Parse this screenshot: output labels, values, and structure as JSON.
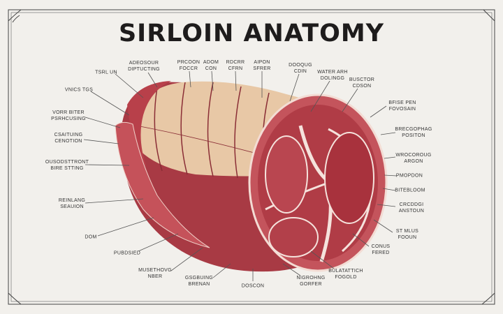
{
  "title": "SIRLOIN ANATOMY",
  "labels": [
    {
      "l1": "TSRL UN",
      "l2": ""
    },
    {
      "l1": "VNICS TGS",
      "l2": ""
    },
    {
      "l1": "VORR BITER",
      "l2": "PSRHCUSING"
    },
    {
      "l1": "CSAITUING",
      "l2": "CENOTION"
    },
    {
      "l1": "OUSODSTTRONT",
      "l2": "BIRE STTING"
    },
    {
      "l1": "REINLANG",
      "l2": "SEAUION"
    },
    {
      "l1": "DOM",
      "l2": ""
    },
    {
      "l1": "PUBDSIED",
      "l2": ""
    },
    {
      "l1": "MUSETHOVG",
      "l2": "NBER"
    },
    {
      "l1": "GSGBUING",
      "l2": "BRENAN"
    },
    {
      "l1": "DOSCON",
      "l2": ""
    },
    {
      "l1": "NIGROHNG",
      "l2": "GORFER"
    },
    {
      "l1": "BULATATTICH",
      "l2": "FOGOLD"
    },
    {
      "l1": "ADEOSOUR",
      "l2": "DIPTUCTING"
    },
    {
      "l1": "PRCOON",
      "l2": "FOCCR"
    },
    {
      "l1": "ADOM",
      "l2": "CON"
    },
    {
      "l1": "RDCRR",
      "l2": "CFRN"
    },
    {
      "l1": "AIPON",
      "l2": "SFRER"
    },
    {
      "l1": "DOOQUG",
      "l2": "CDIN"
    },
    {
      "l1": "WATER ARH",
      "l2": "DOLINGG"
    },
    {
      "l1": "BUSCTOR",
      "l2": "CDSON"
    },
    {
      "l1": "BFISE PEN",
      "l2": "FOVOSAIN"
    },
    {
      "l1": "BRECGOPHAG",
      "l2": "POSITON"
    },
    {
      "l1": "WROCOROUG",
      "l2": "ARGON"
    },
    {
      "l1": "PMOPDON",
      "l2": ""
    },
    {
      "l1": "BITEBLOOM",
      "l2": ""
    },
    {
      "l1": "CRCDDGI",
      "l2": "ANSTOUN"
    },
    {
      "l1": "ST MLUS",
      "l2": "FOOUN"
    },
    {
      "l1": "CONUS",
      "l2": "FERED"
    }
  ],
  "colors": {
    "background": "#f2f0ec",
    "meat": "#b8404a",
    "fat": "#e9c9a8",
    "text": "#1e1c1c"
  }
}
